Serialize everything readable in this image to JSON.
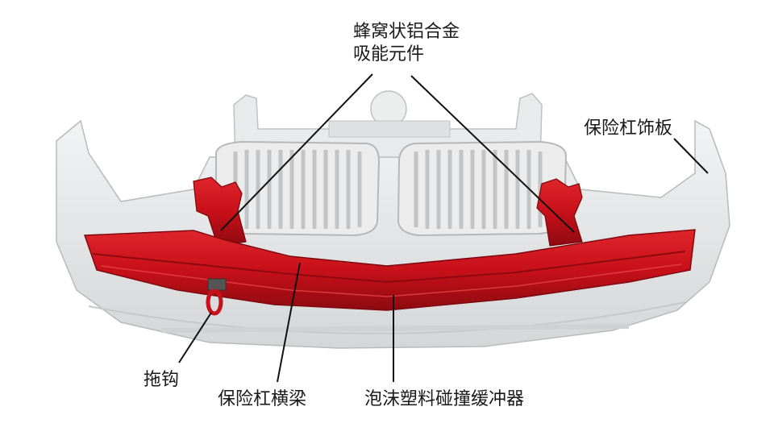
{
  "labels": {
    "honeycomb_line1": "蜂窝状铝合金",
    "honeycomb_line2": "吸能元件",
    "bumper_trim": "保险杠饰板",
    "tow_hook": "拖钩",
    "bumper_beam": "保险杠横梁",
    "foam_absorber": "泡沫塑料碰撞缓冲器"
  },
  "colors": {
    "beam_red": "#c8101a",
    "bumper_grey": "#e4e6e8",
    "grille_grey": "#d2d4d6",
    "leader_line": "#111111"
  }
}
